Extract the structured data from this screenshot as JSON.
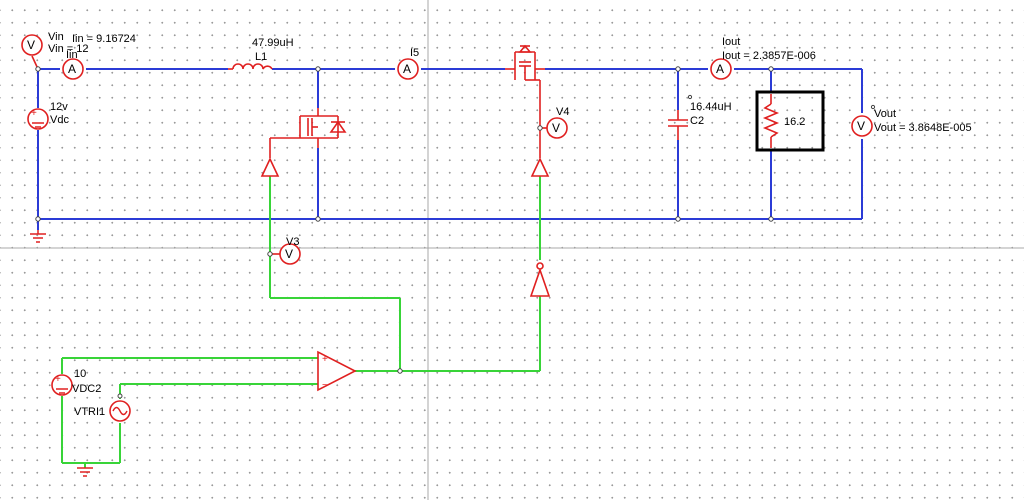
{
  "labels": {
    "vin_meter": "Vin",
    "vin_value": "Vin = 12",
    "iin_value": "Iin = 9.16724",
    "iin_name": "Iin",
    "inductor_value": "47.99uH",
    "inductor_name": "L1",
    "i5_name": "I5",
    "vdc_value": "12v",
    "vdc_name": "Vdc",
    "v4_name": "V4",
    "cap_value": "16.44uH",
    "cap_name": "C2",
    "res_value": "16.2",
    "iout_name": "Iout",
    "iout_value": "Iout = 2.3857E-006",
    "vout_name": "Vout",
    "vout_value": "Vout = 3.8648E-005",
    "v3_name": "V3",
    "vdc2_value": "10",
    "vdc2_name": "VDC2",
    "vtri_name": "VTRI1",
    "ammeter_symbol": "A",
    "voltmeter_symbol": "V"
  }
}
